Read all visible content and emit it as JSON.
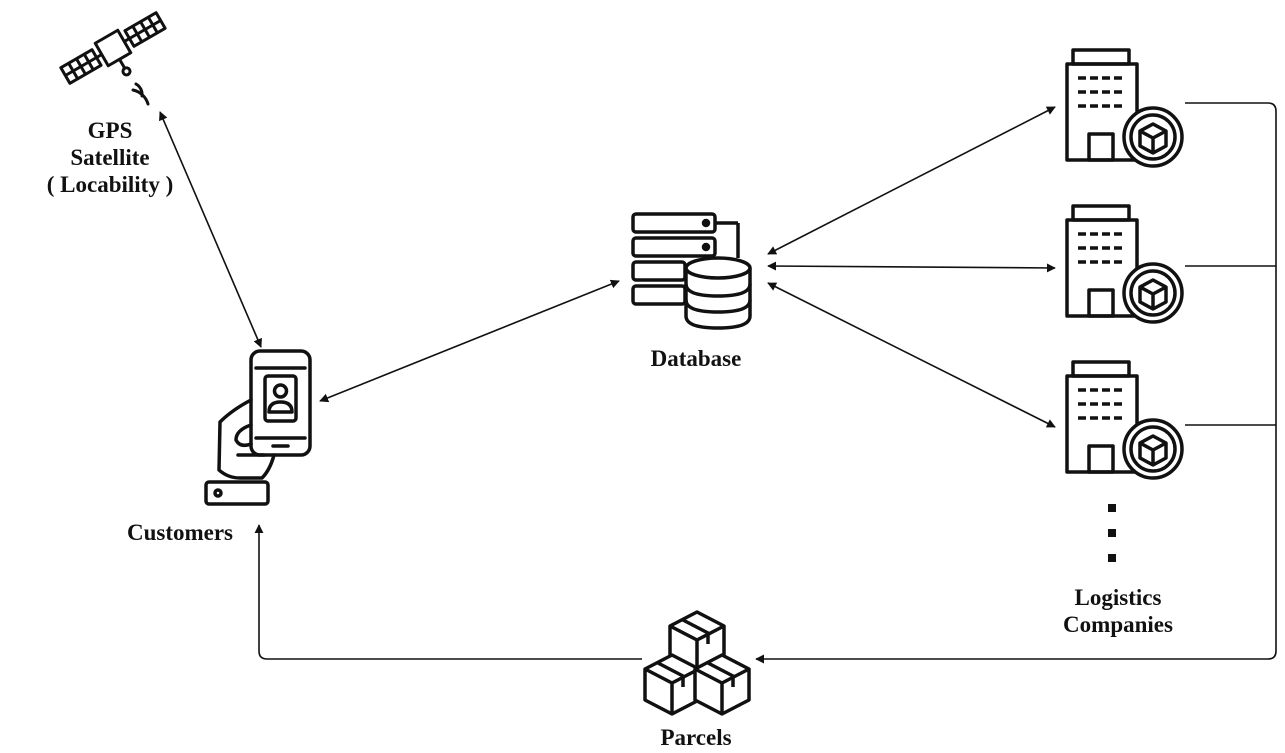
{
  "nodes": {
    "gps": {
      "lines": [
        "GPS",
        "Satellite",
        "( Locability )"
      ],
      "icon": "satellite-icon"
    },
    "customers": {
      "label": "Customers",
      "icon": "smartphone-hand-icon"
    },
    "database": {
      "label": "Database",
      "icon": "server-database-icon"
    },
    "logistics": {
      "lines": [
        "Logistics",
        "Companies"
      ],
      "icon": "building-package-icon",
      "count_shown": 3
    },
    "parcels": {
      "label": "Parcels",
      "icon": "parcels-icon"
    }
  },
  "connections": [
    {
      "from": "gps",
      "to": "customers",
      "direction": "bidirectional"
    },
    {
      "from": "customers",
      "to": "database",
      "direction": "bidirectional"
    },
    {
      "from": "database",
      "to": "logistics-1",
      "direction": "bidirectional"
    },
    {
      "from": "database",
      "to": "logistics-2",
      "direction": "bidirectional"
    },
    {
      "from": "database",
      "to": "logistics-3",
      "direction": "bidirectional"
    },
    {
      "from": "logistics",
      "to": "parcels",
      "direction": "forward"
    },
    {
      "from": "parcels",
      "to": "customers",
      "direction": "forward"
    }
  ],
  "colors": {
    "stroke": "#111111",
    "background": "#ffffff"
  }
}
